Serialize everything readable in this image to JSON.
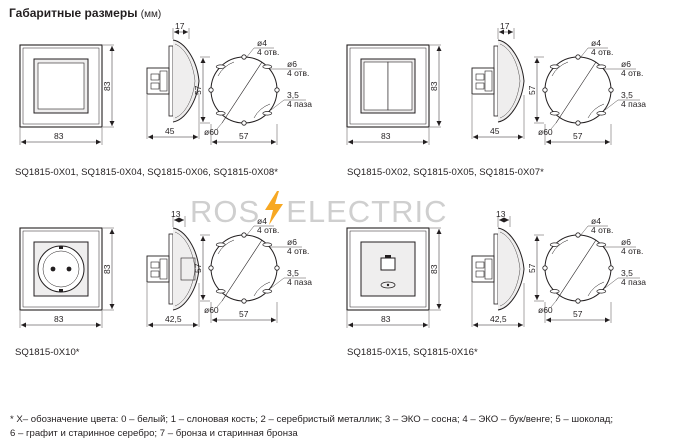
{
  "header": {
    "title": "Габаритные размеры",
    "unit": "(мм)"
  },
  "watermark": {
    "left": "ROS",
    "right": "ELECTRIC",
    "bolt_color": "#f7a823"
  },
  "dims": {
    "w83": "83",
    "h83": "83",
    "d17": "17",
    "d13": "13",
    "d45": "45",
    "d42_5": "42,5",
    "d57": "57",
    "phi60": "ø60",
    "phi4": "ø4",
    "holes4": "4 отв.",
    "phi6": "ø6",
    "d3_5": "3,5",
    "slots4": "4 паза"
  },
  "captions": {
    "top_left": "SQ1815-0X01, SQ1815-0X04, SQ1815-0X06, SQ1815-0X08*",
    "top_right": "SQ1815-0X02, SQ1815-0X05, SQ1815-0X07*",
    "bottom_left": "SQ1815-0X10*",
    "bottom_right": "SQ1815-0X15, SQ1815-0X16*"
  },
  "footnote": {
    "line1": "* X– обозначение цвета: 0 – белый; 1 – слоновая кость; 2 – серебристый металлик; 3 – ЭКО – сосна; 4 – ЭКО – бук/венге; 5 – шоколад;",
    "line2": "6 – графит и старинное серебро; 7 – бронза и старинная бронза"
  },
  "colors": {
    "line": "#231f20",
    "panel": "#efeeee",
    "accent": "#f7a823"
  }
}
